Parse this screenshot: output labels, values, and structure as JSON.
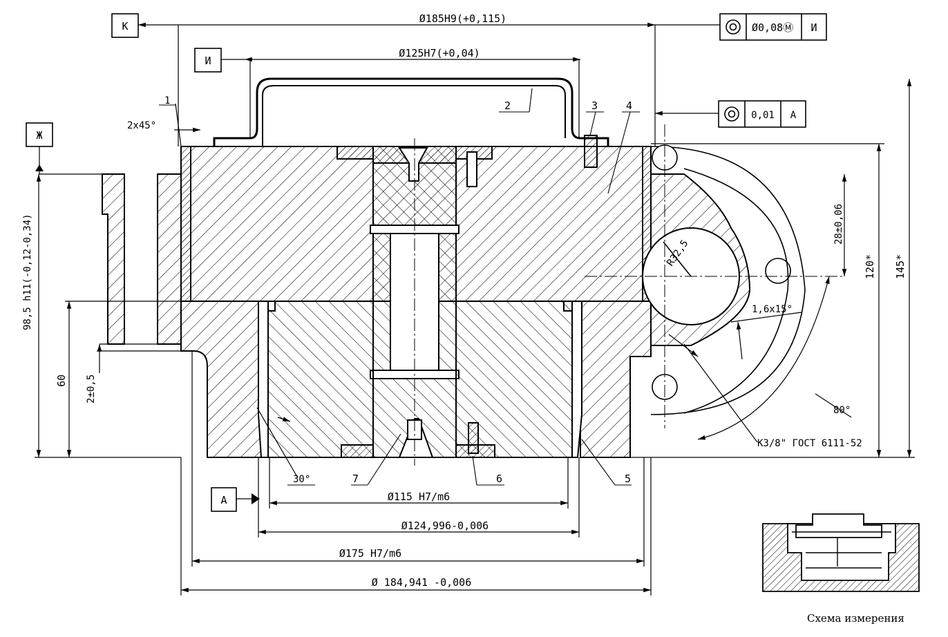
{
  "datums": {
    "k": "К",
    "i": "И",
    "zh": "Ж",
    "a": "А"
  },
  "dimensions": {
    "d185": "Ø185H9(+0,115)",
    "d125": "Ø125H7(+0,04)",
    "chamfer": "2x45°",
    "h98": "98,5 h11(-0,12-0,34)",
    "h60": "60",
    "h2": "2±0,5",
    "r32": "R32,5",
    "d28": "28±0,06",
    "d120": "120*",
    "d145": "145*",
    "chamfer2": "1,6x15°",
    "angle80": "80°",
    "angle30": "30°",
    "thread": "К3/8\" ГОСТ 6111-52",
    "d115": "Ø115 H7/m6",
    "d124": "Ø124,996-0,006",
    "d175": "Ø175 H7/m6",
    "d184": "Ø 184,941 -0,006"
  },
  "tolerances": {
    "top_value": "Ø0,08Ⓜ",
    "top_datum": "И",
    "side_value": "0,01",
    "side_datum": "А"
  },
  "parts": [
    "1",
    "2",
    "3",
    "4",
    "5",
    "6",
    "7"
  ],
  "caption": "Схема измерения"
}
